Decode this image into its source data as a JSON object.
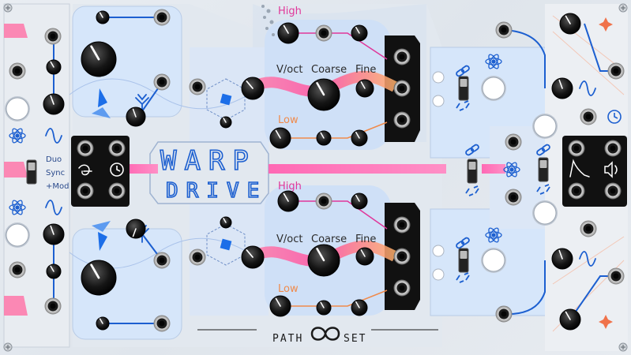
{
  "module": {
    "title_line1": "WARP",
    "title_line2": "DRIVE",
    "brand_left": "PATH",
    "brand_right": "SET"
  },
  "labels": {
    "high": "High",
    "low": "Low",
    "voct": "V/oct",
    "coarse": "Coarse",
    "fine": "Fine",
    "mode_duo": "Duo",
    "mode_sync": "Sync",
    "mode_mod": "+Mod"
  },
  "colors": {
    "accent_blue": "#1c5fd0",
    "pink": "#e0379a",
    "orange": "#f08a4b",
    "panel_light": "#d6e6fa",
    "display_black": "#111111"
  },
  "icons": {
    "atom": "atom-icon",
    "sine": "sine-wave-icon",
    "clock": "clock-icon",
    "link": "link-icon",
    "unlink": "broken-link-icon",
    "speaker": "speaker-icon",
    "envelope": "envelope-icon",
    "snail": "snail-icon",
    "star": "sparkle-icon",
    "screw": "screw-icon"
  }
}
